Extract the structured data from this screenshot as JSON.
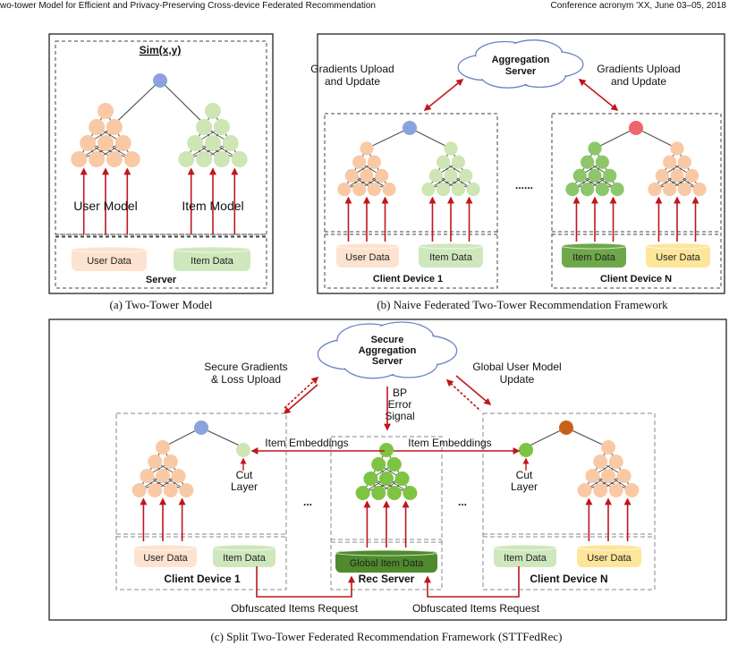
{
  "header": {
    "left": "wo-tower Model for Efficient and Privacy-Preserving Cross-device Federated Recommendation",
    "right": "Conference acronym 'XX, June 03–05, 2018"
  },
  "panel_a": {
    "sim_label": "Sim(x,y)",
    "user_model": "User Model",
    "item_model": "Item Model",
    "user_data": "User Data",
    "item_data": "Item Data",
    "server": "Server",
    "caption": "(a) Two-Tower Model"
  },
  "panel_b": {
    "aggregation_server": [
      "Aggregation",
      "Server"
    ],
    "grad_left": [
      "Gradients Upload",
      "and Update"
    ],
    "grad_right": [
      "Gradients Upload",
      "and Update"
    ],
    "ellipsis": "......",
    "device1": {
      "user_data": "User Data",
      "item_data": "Item Data",
      "label": "Client Device 1"
    },
    "deviceN": {
      "item_data": "Item Data",
      "user_data": "User Data",
      "label": "Client Device N"
    },
    "caption": "(b) Naive Federated Two-Tower Recommendation Framework"
  },
  "panel_c": {
    "secure_server": [
      "Secure",
      "Aggregation",
      "Server"
    ],
    "secure_grad": [
      "Secure Gradients",
      "& Loss Upload"
    ],
    "global_user": [
      "Global User Model",
      "Update"
    ],
    "bp": [
      "BP",
      "Error",
      "Signal"
    ],
    "item_emb_left": "Item Embeddings",
    "item_emb_right": "Item Embeddings",
    "cut_left": [
      "Cut",
      "Layer"
    ],
    "cut_right": [
      "Cut",
      "Layer"
    ],
    "dots_left": "...",
    "dots_right": "...",
    "device1": {
      "user_data": "User Data",
      "item_data": "Item Data",
      "label": "Client Device 1"
    },
    "rec": {
      "global_item_data": "Global Item Data",
      "label": "Rec Server"
    },
    "deviceN": {
      "item_data": "Item Data",
      "user_data": "User Data",
      "label": "Client Device N"
    },
    "obf_left": "Obfuscated Items Request",
    "obf_right": "Obfuscated Items Request",
    "caption": "(c) Split Two-Tower Federated Recommendation Framework (STTFedRec)"
  },
  "colors": {
    "peach": "#f9c9a6",
    "light_green": "#cde6b3",
    "mid_green": "#8dc76b",
    "bright_green": "#7cc442",
    "blue": "#8aa3dd",
    "red": "#f0646e",
    "orange_brown": "#c9601a",
    "arrow_red": "#c0161c",
    "data_peach": "#fde3cf",
    "data_green": "#cfe7bd",
    "data_dkgreen": "#6ea84a",
    "data_yellow": "#fde59a",
    "data_global": "#4f8a2c"
  }
}
